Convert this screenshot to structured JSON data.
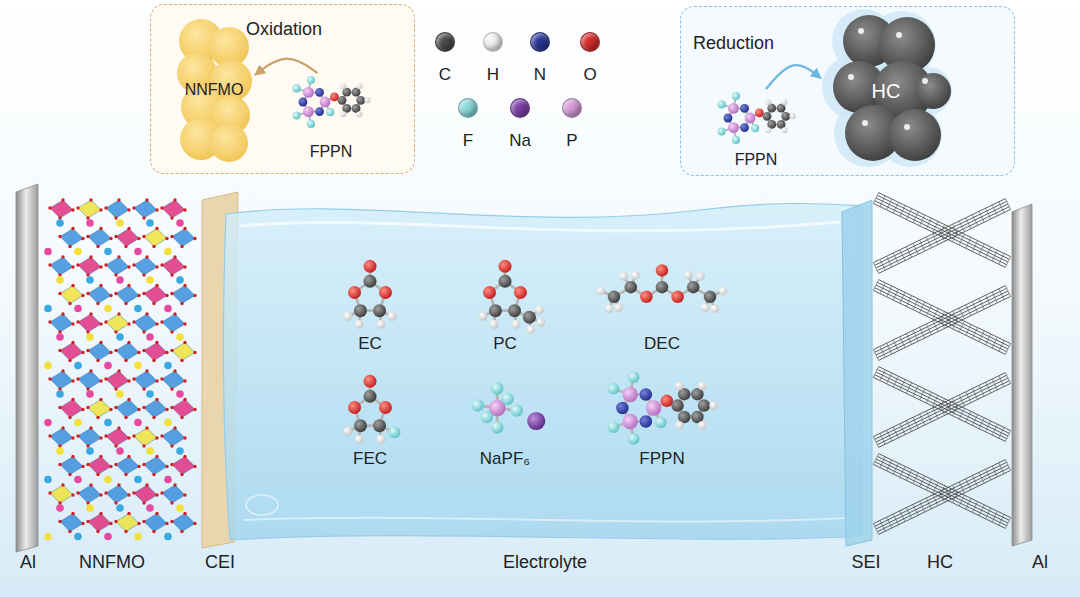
{
  "diagram": {
    "nodes": [
      {
        "text": [
          "Oxidation"
        ]
      },
      {
        "text": [
          "NNFMO"
        ],
        "in": 0
      },
      {
        "text": [
          "FPPN"
        ],
        "in": 0
      },
      {
        "text": [
          "Reduction"
        ]
      },
      {
        "text": [
          "FPPN"
        ],
        "in": 3
      },
      {
        "text": [
          "HC"
        ],
        "in": 3
      }
    ],
    "edges": [
      {
        "from": 2,
        "to": 1,
        "arrow": "to"
      },
      {
        "from": 4,
        "to": 5,
        "arrow": "to"
      }
    ],
    "labels": [
      "EC",
      "PC",
      "DEC",
      "FEC",
      "NaPF₆",
      "FPPN",
      "Al",
      "NNFMO",
      "CEI",
      "Electrolyte",
      "SEI",
      "HC",
      "Al"
    ],
    "legend": [
      {
        "text": "C",
        "color": "#4a4a4a"
      },
      {
        "text": "H",
        "color": "#f2f2f2"
      },
      {
        "text": "N",
        "color": "#2a3594"
      },
      {
        "text": "O",
        "color": "#d42a2a"
      },
      {
        "text": "F",
        "color": "#8ad8dc"
      },
      {
        "text": "Na",
        "color": "#7b3fa8"
      },
      {
        "text": "P",
        "color": "#d49ad8"
      }
    ]
  }
}
